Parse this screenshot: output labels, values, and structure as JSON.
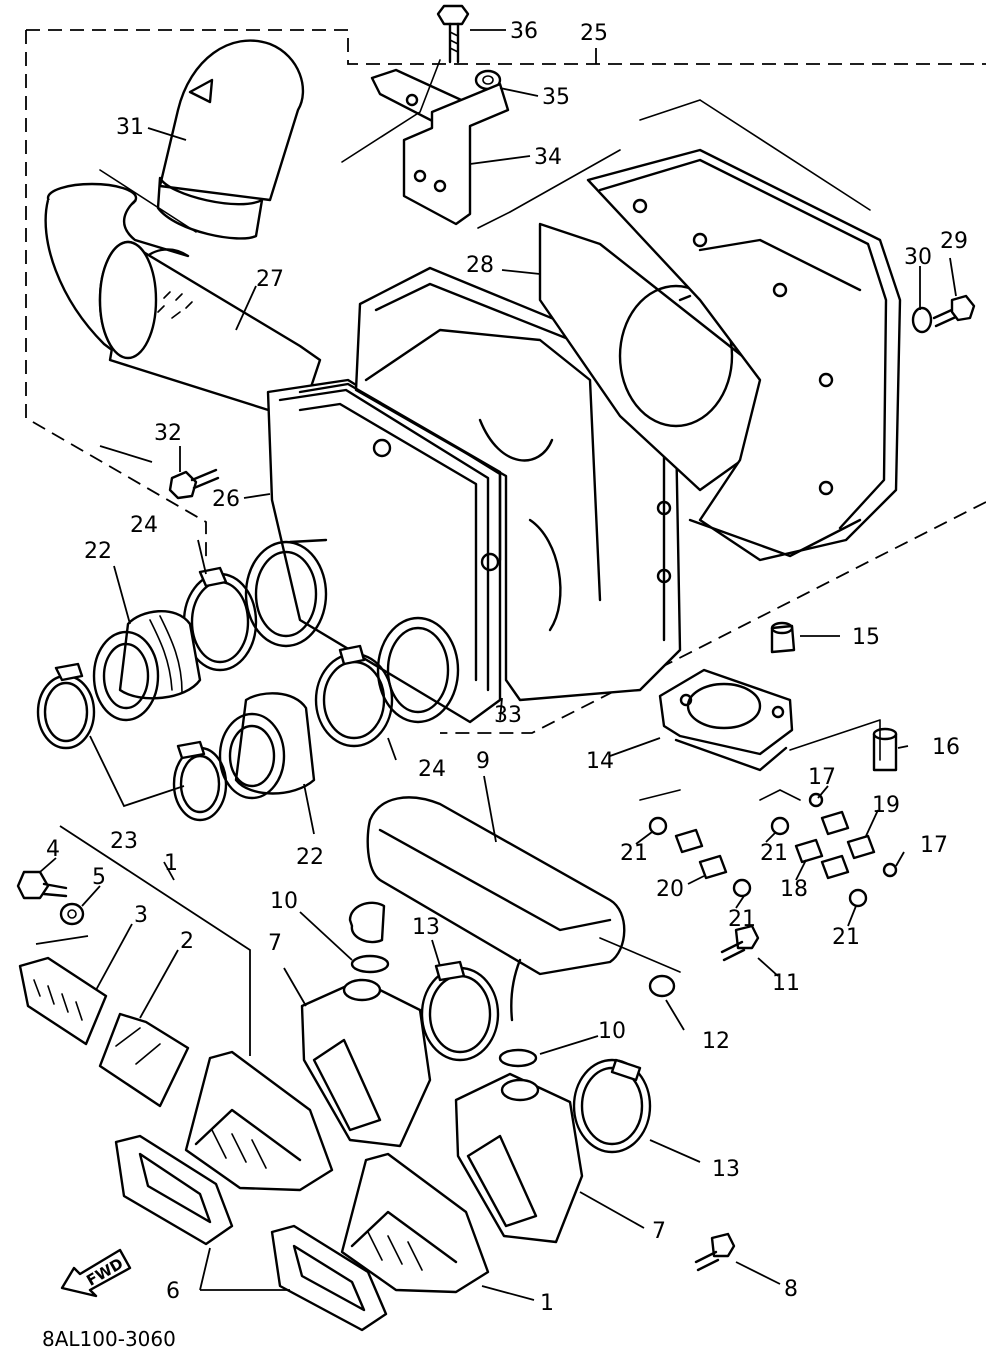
{
  "diagram": {
    "part_code": "8AL100-3060",
    "direction_label": "FWD",
    "callouts": {
      "c1a": "1",
      "c1b": "1",
      "c2": "2",
      "c3": "3",
      "c4": "4",
      "c5": "5",
      "c6": "6",
      "c7a": "7",
      "c7b": "7",
      "c8": "8",
      "c9": "9",
      "c10a": "10",
      "c10b": "10",
      "c11": "11",
      "c12": "12",
      "c13a": "13",
      "c13b": "13",
      "c14": "14",
      "c15": "15",
      "c16": "16",
      "c17a": "17",
      "c17b": "17",
      "c18": "18",
      "c19": "19",
      "c20": "20",
      "c21a": "21",
      "c21b": "21",
      "c21c": "21",
      "c21d": "21",
      "c22a": "22",
      "c22b": "22",
      "c23": "23",
      "c24a": "24",
      "c24b": "24",
      "c25": "25",
      "c26": "26",
      "c27": "27",
      "c28": "28",
      "c29": "29",
      "c30": "30",
      "c31": "31",
      "c32": "32",
      "c33": "33",
      "c34": "34",
      "c35": "35",
      "c36": "36"
    }
  }
}
